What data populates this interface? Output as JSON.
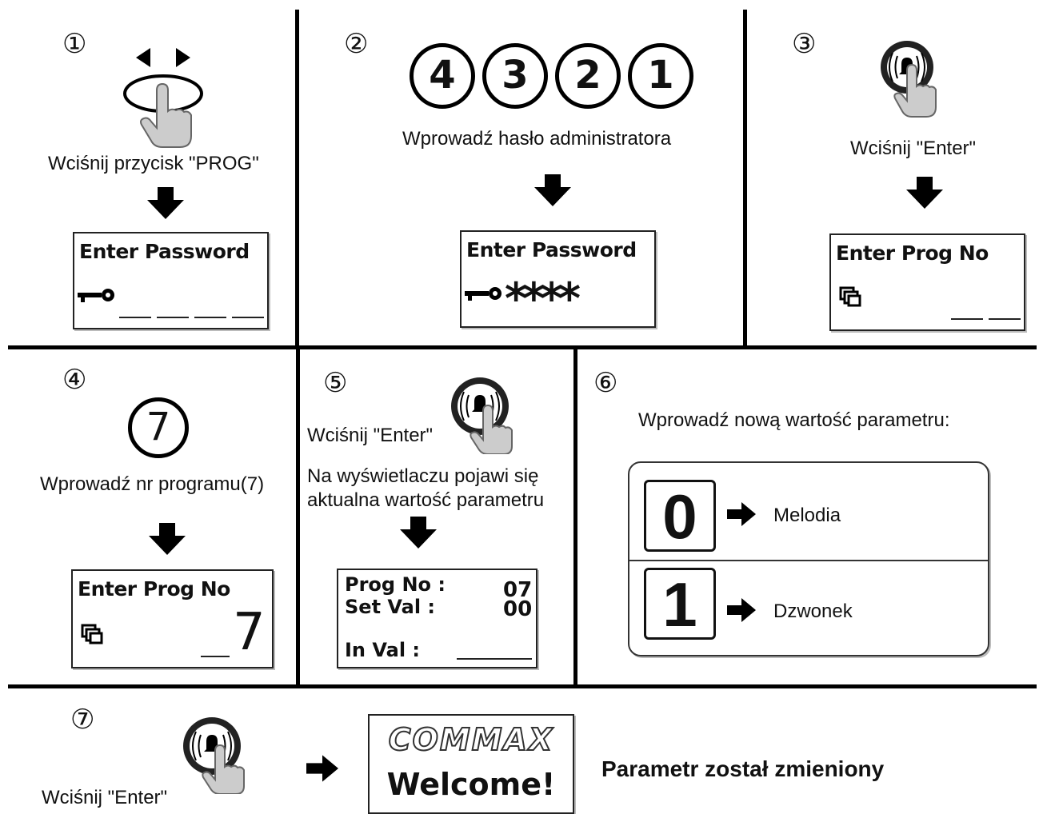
{
  "steps": [
    {
      "num": "①",
      "caption": "Wciśnij przycisk \"PROG\"",
      "lcd_title": "Enter Password"
    },
    {
      "num": "②",
      "digits": [
        "4",
        "3",
        "2",
        "1"
      ],
      "caption": "Wprowadź hasło administratora",
      "lcd_title": "Enter Password",
      "lcd_value": "****"
    },
    {
      "num": "③",
      "caption": "Wciśnij \"Enter\"",
      "lcd_title": "Enter Prog  No"
    },
    {
      "num": "④",
      "digit": "7",
      "caption": "Wprowadź nr programu(7)",
      "lcd_title": "Enter Prog  No",
      "lcd_value": "7"
    },
    {
      "num": "⑤",
      "caption": "Wciśnij \"Enter\"",
      "caption2_line1": "Na wyświetlaczu pojawi się",
      "caption2_line2": "aktualna wartość parametru",
      "lcd_rows": [
        {
          "label": "Prog No :",
          "value": "07"
        },
        {
          "label": "Set  Val  :",
          "value": "00"
        },
        {
          "label": "In Val :",
          "value": ""
        }
      ]
    },
    {
      "num": "⑥",
      "caption": "Wprowadź nową wartość parametru:",
      "options": [
        {
          "key": "0",
          "label": "Melodia"
        },
        {
          "key": "1",
          "label": "Dzwonek"
        }
      ]
    },
    {
      "num": "⑦",
      "caption": "Wciśnij \"Enter\"",
      "lcd_logo": "COMMAX",
      "lcd_title": "Welcome!",
      "result": "Parametr został zmieniony"
    }
  ]
}
